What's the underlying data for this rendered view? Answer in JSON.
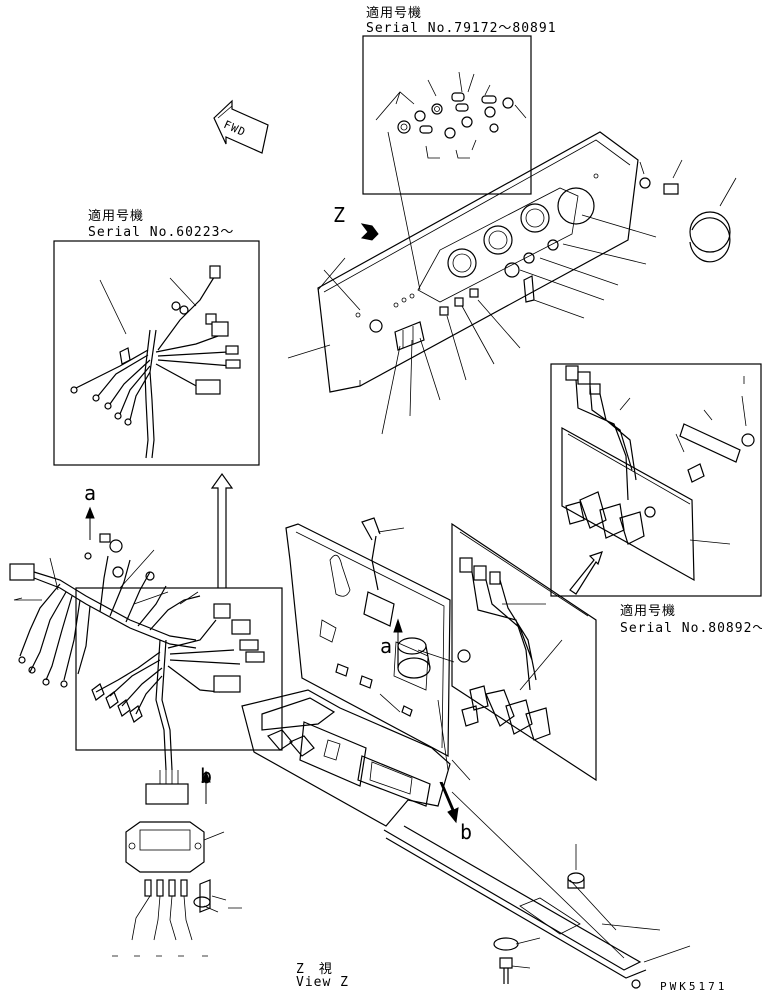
{
  "labels": {
    "applicable_top": "適用号機",
    "serial_top": "Serial No.79172～80891",
    "applicable_left": "適用号機",
    "serial_left": "Serial No.60223～",
    "applicable_right": "適用号機",
    "serial_right": "Serial No.80892～",
    "fwd": "FWD",
    "view_marker": "Z",
    "callout_a_left": "a",
    "callout_a_center": "a",
    "callout_b_left": "b",
    "callout_b_bottom": "b",
    "view_caption_jp": "Z　視",
    "view_caption_en": "View Z",
    "drawing_code": "PWK5171"
  }
}
